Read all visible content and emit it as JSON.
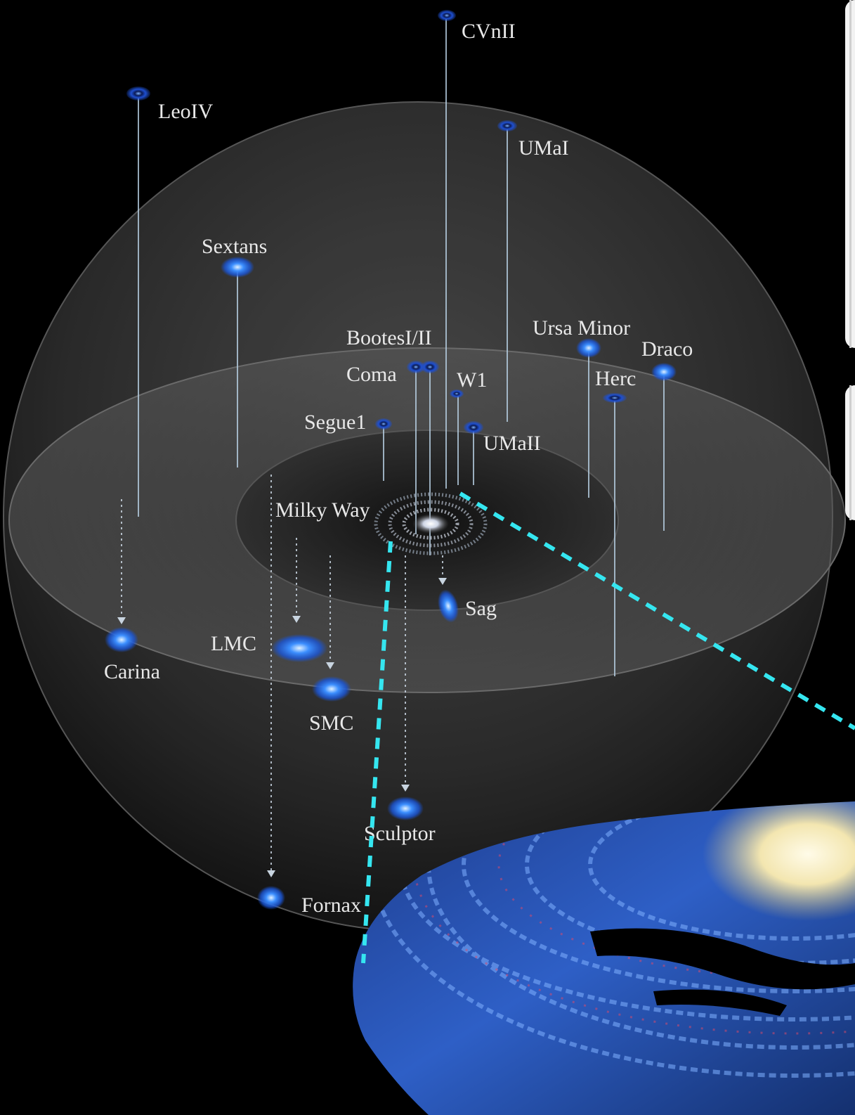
{
  "labels": {
    "cvnii": "CVnII",
    "leoiv": "LeoIV",
    "umai": "UMaI",
    "sextans": "Sextans",
    "bootes": "BootesI/II",
    "ursa_minor": "Ursa Minor",
    "draco": "Draco",
    "coma": "Coma",
    "w1": "W1",
    "herc": "Herc",
    "segue1": "Segue1",
    "umaii": "UMaII",
    "milky_way": "Milky Way",
    "sag": "Sag",
    "lmc": "LMC",
    "carina": "Carina",
    "smc": "SMC",
    "sculptor": "Sculptor",
    "fornax": "Fornax"
  },
  "colors": {
    "background": "#000000",
    "galaxy_blue": "#2f7dff",
    "zoom_line": "#35e6f0",
    "label": "#e8e8e8",
    "side_handle": "#f2f2f2"
  }
}
